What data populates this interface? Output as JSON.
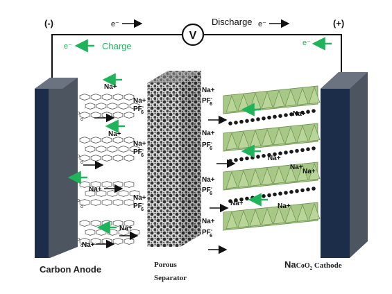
{
  "circuit": {
    "neg_terminal": "(-)",
    "pos_terminal": "(+)",
    "voltmeter_symbol": "V",
    "discharge_label": "Discharge",
    "charge_label": "Charge",
    "electron_symbol": "e⁻"
  },
  "ions": {
    "sodium": "Na+",
    "hexafluorophosphate_base": "PF",
    "hexafluorophosphate_sub": "6",
    "hexafluorophosphate_sup": "-"
  },
  "labels": {
    "anode": "Carbon Anode",
    "separator_line1": "Porous",
    "separator_line2": "Separator",
    "cathode_prefix": "Na",
    "cathode_formula": "CoO",
    "cathode_sub": "2",
    "cathode_suffix": "Cathode"
  },
  "colors": {
    "electrode_face": "#4d5560",
    "electrode_side": "#1c2d4a",
    "charge_green": "#1fb35a",
    "cathode_green": "#a8c887",
    "separator_dark": "#3a3a3a"
  }
}
